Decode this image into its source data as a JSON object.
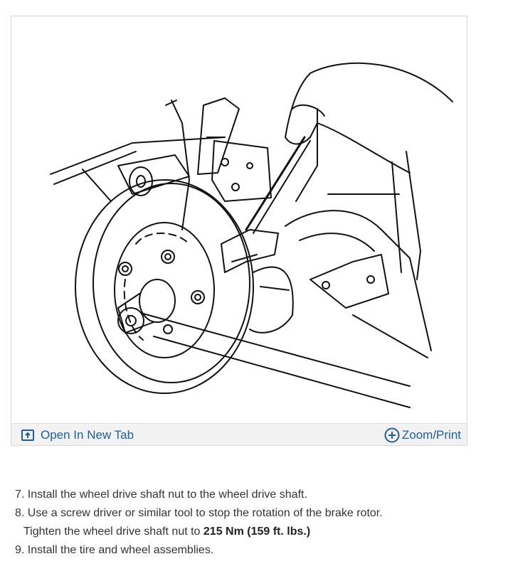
{
  "figure": {
    "open_new_tab_label": "Open In New Tab",
    "zoom_print_label": "Zoom/Print",
    "open_icon": "open-in-new-tab-icon",
    "zoom_icon": "zoom-plus-circle-icon"
  },
  "steps": [
    {
      "number": "7.",
      "text": "Install the wheel drive shaft nut to the wheel drive shaft."
    },
    {
      "number": "8.",
      "text": "Use a screw driver or similar tool to stop the rotation of the brake rotor."
    },
    {
      "continuation_prefix": "Tighten the wheel drive shaft nut to ",
      "spec": "215 Nm (159 ft. lbs.)"
    },
    {
      "number": "9.",
      "text": "Install the tire and wheel assemblies."
    }
  ],
  "colors": {
    "link": "#1f5fa0",
    "footer_bg": "#f2f2f2",
    "text": "#333333"
  }
}
